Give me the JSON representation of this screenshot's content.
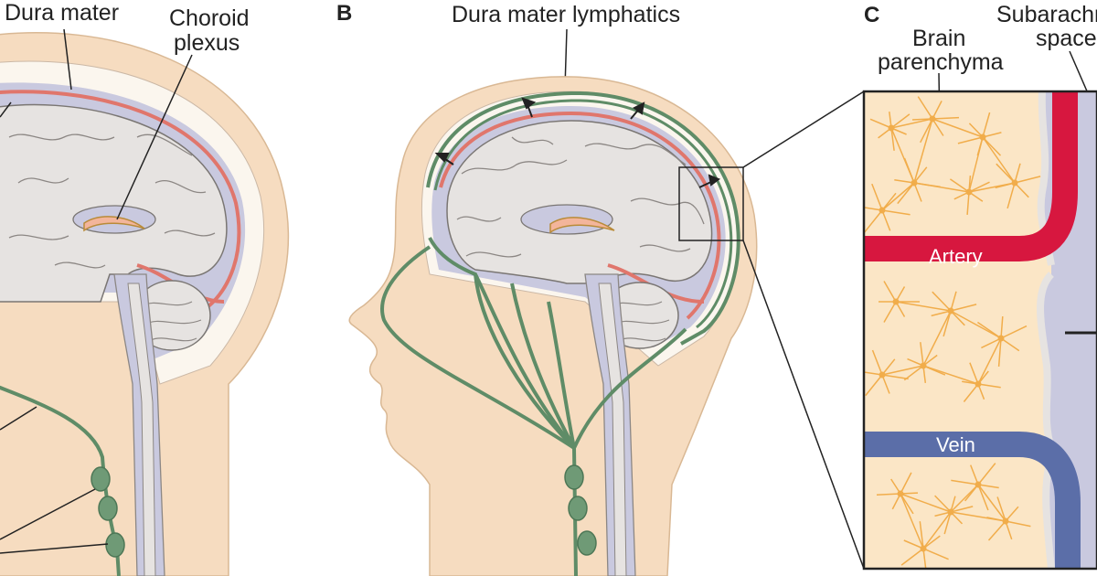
{
  "panels": {
    "b_letter": "B",
    "c_letter": "C"
  },
  "labels": {
    "dura_mater": "Dura mater",
    "choroid_plexus_line1": "Choroid",
    "choroid_plexus_line2": "plexus",
    "dura_mater_lymphatics": "Dura mater lymphatics",
    "brain_parenchyma_line1": "Brain",
    "brain_parenchyma_line2": "parenchyma",
    "subarachnoid_line1": "Subarachn",
    "subarachnoid_line2": "space",
    "artery": "Artery",
    "vein": "Vein"
  },
  "colors": {
    "skin": "#f6dcc0",
    "skull_white": "#fbf6ee",
    "csf_lavender": "#c9c9df",
    "brain": "#e6e3e1",
    "dura_red": "#e0766c",
    "lymph_green": "#5f8c67",
    "artery_red": "#d7173f",
    "vein_blue": "#5b6ea8",
    "parenchyma": "#fbe6c6",
    "cell_orange": "#f1ad4b"
  }
}
